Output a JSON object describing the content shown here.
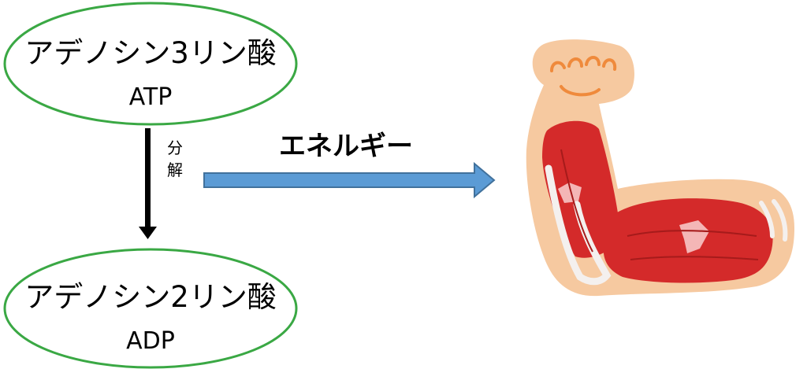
{
  "atp": {
    "name": "アデノシン3リン酸",
    "abbr": "ATP"
  },
  "adp": {
    "name": "アデノシン2リン酸",
    "abbr": "ADP"
  },
  "process": {
    "char1": "分",
    "char2": "解"
  },
  "energy": {
    "label": "エネルギー"
  },
  "colors": {
    "ellipse_stroke": "#3aa844",
    "energy_arrow": "#5b9bd5",
    "down_arrow": "#000000",
    "muscle": "#d42a2a",
    "skin": "#f6c9a0"
  },
  "icons": {
    "arm": "flexed-muscle-arm-icon"
  }
}
